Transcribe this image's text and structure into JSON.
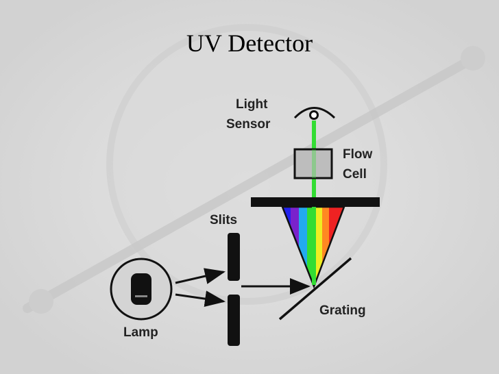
{
  "slide": {
    "title": "UV Detector"
  },
  "diagram": {
    "labels": {
      "light_sensor_line1": "Light",
      "light_sensor_line2": "Sensor",
      "flow_cell_line1": "Flow",
      "flow_cell_line2": "Cell",
      "slits": "Slits",
      "lamp": "Lamp",
      "grating": "Grating"
    },
    "colors": {
      "background": "#d6d6d6",
      "beam": "#33dd33",
      "spectrum": [
        "#2222ee",
        "#8822cc",
        "#22aaee",
        "#33dd33",
        "#eeee22",
        "#ff8822",
        "#ee2222"
      ],
      "flow_cell": "#bdbdbd",
      "ink": "#111111"
    }
  }
}
